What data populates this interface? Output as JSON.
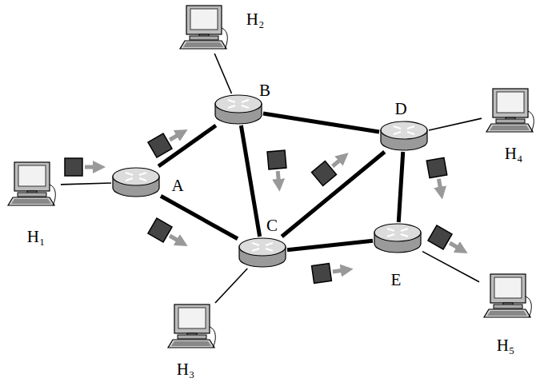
{
  "diagram": {
    "nodes": [
      {
        "text": [
          "H₂"
        ]
      },
      {
        "text": [
          "B"
        ]
      },
      {
        "text": [
          "D"
        ]
      },
      {
        "text": [
          "H₄"
        ]
      },
      {
        "text": [
          "H₁"
        ]
      },
      {
        "text": [
          "A"
        ]
      },
      {
        "text": [
          "C"
        ]
      },
      {
        "text": [
          "E"
        ]
      },
      {
        "text": [
          "H₅"
        ]
      },
      {
        "text": [
          "H₃"
        ]
      }
    ],
    "edges": [
      {
        "from": 5,
        "to": 1,
        "arrow": "none"
      },
      {
        "from": 5,
        "to": 6,
        "arrow": "none"
      },
      {
        "from": 1,
        "to": 6,
        "arrow": "none"
      },
      {
        "from": 1,
        "to": 2,
        "arrow": "none"
      },
      {
        "from": 6,
        "to": 2,
        "arrow": "none"
      },
      {
        "from": 6,
        "to": 7,
        "arrow": "none"
      },
      {
        "from": 2,
        "to": 7,
        "arrow": "none"
      },
      {
        "from": 4,
        "to": 5,
        "arrow": "none"
      },
      {
        "from": 0,
        "to": 1,
        "arrow": "none"
      },
      {
        "from": 9,
        "to": 6,
        "arrow": "none"
      },
      {
        "from": 3,
        "to": 2,
        "arrow": "none"
      },
      {
        "from": 8,
        "to": 7,
        "arrow": "none"
      }
    ]
  }
}
